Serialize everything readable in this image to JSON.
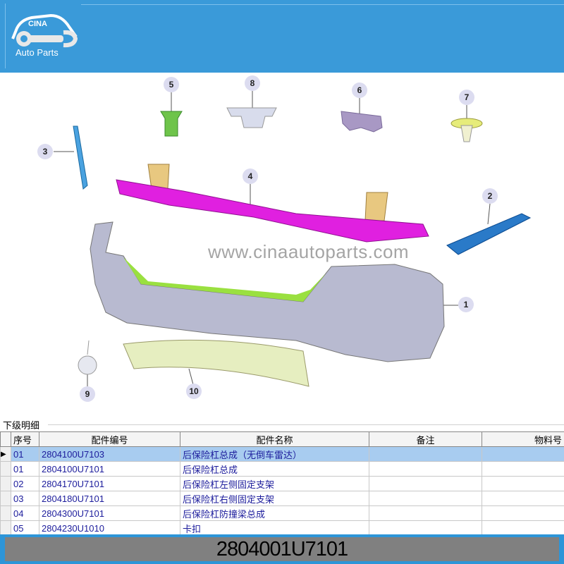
{
  "logo": {
    "brand": "CINA",
    "subtitle": "Auto Parts"
  },
  "diagram": {
    "watermark": "www.cinaautoparts.com",
    "callouts": [
      "1",
      "2",
      "3",
      "4",
      "5",
      "6",
      "7",
      "8",
      "9",
      "10"
    ]
  },
  "table": {
    "section_label": "下级明细",
    "columns": [
      "序号",
      "配件编号",
      "配件名称",
      "备注",
      "物料号"
    ],
    "rows": [
      {
        "seq": "01",
        "part_no": "2804100U7103",
        "name": "后保险杠总成（无倒车雷达）",
        "note": "",
        "material": "",
        "selected": true
      },
      {
        "seq": "01",
        "part_no": "2804100U7101",
        "name": "后保险杠总成",
        "note": "",
        "material": ""
      },
      {
        "seq": "02",
        "part_no": "2804170U7101",
        "name": "后保险杠左侧固定支架",
        "note": "",
        "material": ""
      },
      {
        "seq": "03",
        "part_no": "2804180U7101",
        "name": "后保险杠右侧固定支架",
        "note": "",
        "material": ""
      },
      {
        "seq": "04",
        "part_no": "2804300U7101",
        "name": "后保险杠防撞梁总成",
        "note": "",
        "material": ""
      },
      {
        "seq": "05",
        "part_no": "2804230U1010",
        "name": "卡扣",
        "note": "",
        "material": ""
      }
    ]
  },
  "footer": {
    "part_number": "2804001U7101"
  },
  "colors": {
    "header": "#3a9ad9",
    "selected_row": "#a8ccf0",
    "text": "#1c1c9c",
    "footer_gray": "#808080"
  }
}
